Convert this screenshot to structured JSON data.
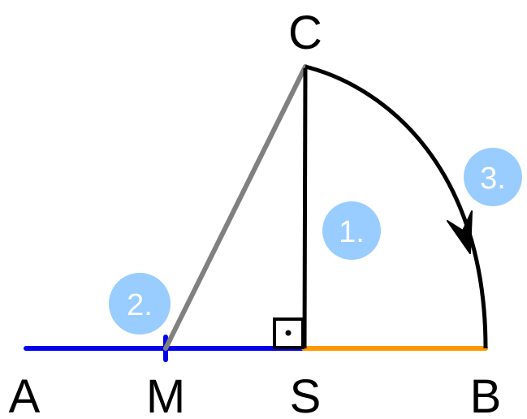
{
  "colors": {
    "segment_am_s": "#0000ee",
    "segment_sb": "#ff9900",
    "hypotenuse_mc": "#808080",
    "construction": "#000000",
    "step_badge": "#99ccff"
  },
  "points": {
    "A": "A",
    "M": "M",
    "S": "S",
    "B": "B",
    "C": "C"
  },
  "steps": [
    {
      "label": "1."
    },
    {
      "label": "2."
    },
    {
      "label": "3."
    }
  ],
  "icons": {
    "right_angle": "right-angle-marker",
    "arc_arrow": "arrowhead"
  }
}
